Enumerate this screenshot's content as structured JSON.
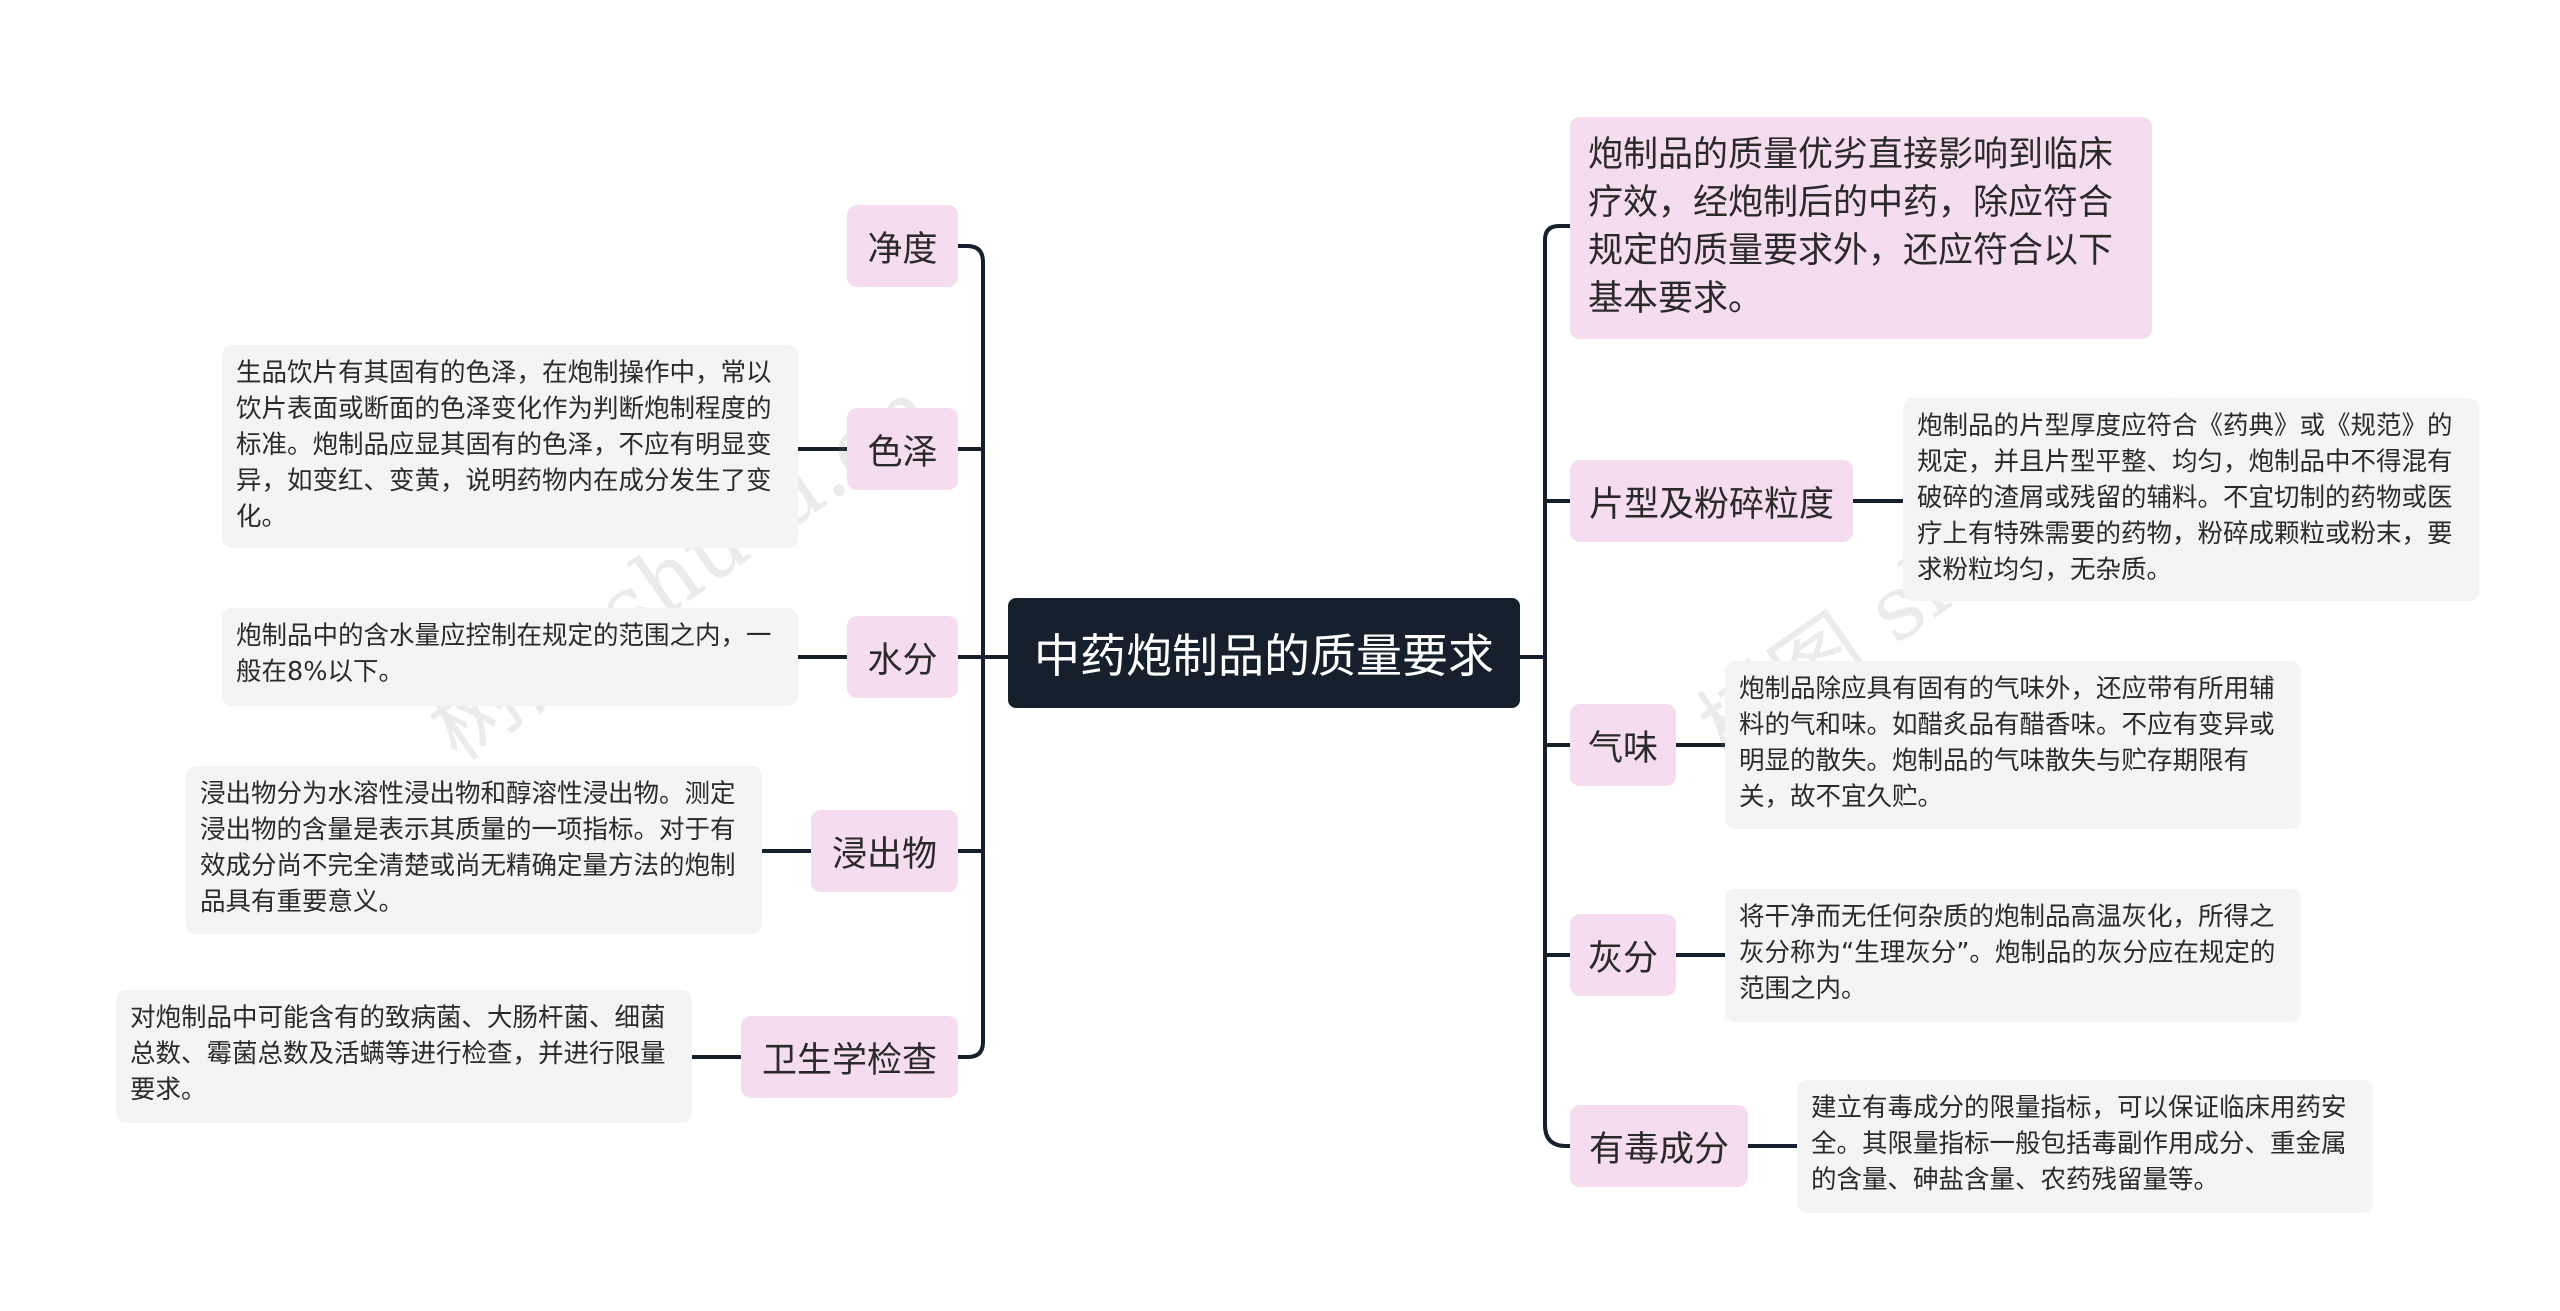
{
  "root": {
    "label": "中药炮制品的质量要求"
  },
  "left": [
    {
      "label": "净度",
      "note": ""
    },
    {
      "label": "色泽",
      "note": "生品饮片有其固有的色泽，在炮制操作中，常以饮片表面或断面的色泽变化作为判断炮制程度的标准。炮制品应显其固有的色泽，不应有明显变异，如变红、变黄，说明药物内在成分发生了变化。"
    },
    {
      "label": "水分",
      "note": "炮制品中的含水量应控制在规定的范围之内，一般在8%以下。"
    },
    {
      "label": "浸出物",
      "note": "浸出物分为水溶性浸出物和醇溶性浸出物。测定浸出物的含量是表示其质量的一项指标。对于有效成分尚不完全清楚或尚无精确定量方法的炮制品具有重要意义。"
    },
    {
      "label": "卫生学检查",
      "note": "对炮制品中可能含有的致病菌、大肠杆菌、细菌总数、霉菌总数及活螨等进行检查，并进行限量要求。"
    }
  ],
  "right": [
    {
      "label": "炮制品的质量优劣直接影响到临床疗效，经炮制后的中药，除应符合规定的质量要求外，还应符合以下基本要求。",
      "note": ""
    },
    {
      "label": "片型及粉碎粒度",
      "note": "炮制品的片型厚度应符合《药典》或《规范》的规定，并且片型平整、均匀，炮制品中不得混有破碎的渣屑或残留的辅料。不宜切制的药物或医疗上有特殊需要的药物，粉碎成颗粒或粉末，要求粉粒均匀，无杂质。"
    },
    {
      "label": "气味",
      "note": "炮制品除应具有固有的气味外，还应带有所用辅料的气和味。如醋炙品有醋香味。不应有变异或明显的散失。炮制品的气味散失与贮存期限有关，故不宜久贮。"
    },
    {
      "label": "灰分",
      "note": "将干净而无任何杂质的炮制品高温灰化，所得之灰分称为“生理灰分”。炮制品的灰分应在规定的范围之内。"
    },
    {
      "label": "有毒成分",
      "note": "建立有毒成分的限量指标，可以保证临床用药安全。其限量指标一般包括毒副作用成分、重金属的含量、砷盐含量、农药残留量等。"
    }
  ],
  "watermark": "树图 shutu.cn",
  "colors": {
    "root_bg": "#16202d",
    "topic_bg": "#f6dcef",
    "note_bg": "#f4f4f4",
    "line": "#16202d"
  }
}
